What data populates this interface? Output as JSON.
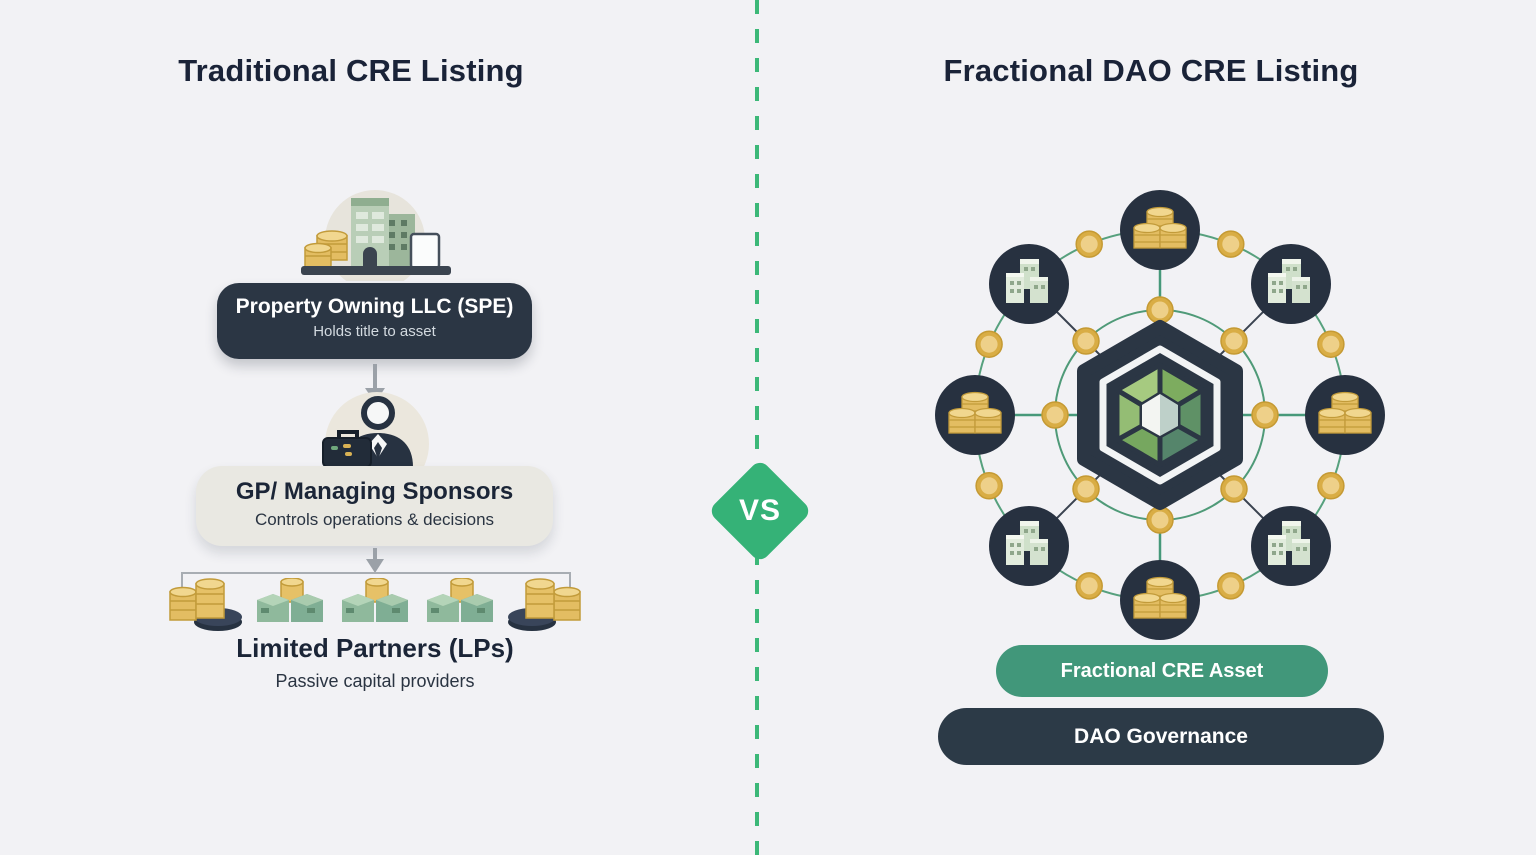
{
  "left_panel": {
    "title": "Traditional CRE Listing",
    "property_box": {
      "title": "Property Owning LLC (SPE)",
      "subtitle": "Holds title to asset"
    },
    "gp_box": {
      "title": "GP/ Managing Sponsors",
      "subtitle": "Controls operations & decisions"
    },
    "lp_group": {
      "title": "Limited Partners (LPs)",
      "subtitle": "Passive capital providers",
      "investor_icon_count": 5
    }
  },
  "divider": {
    "vs_label": "VS"
  },
  "right_panel": {
    "title": "Fractional DAO CRE Listing",
    "network": {
      "node_count": 8,
      "node_types": [
        "coin-stack",
        "buildings"
      ],
      "center": "dao-hexagon-logo"
    },
    "buttons": [
      {
        "label": "Fractional CRE Asset"
      },
      {
        "label": "DAO Governance"
      }
    ]
  },
  "colors": {
    "background": "#f2f2f5",
    "dark_navy": "#2b3644",
    "accent_green": "#35b277",
    "network_line_green": "#4f9a78",
    "button_green": "#41977a",
    "button_dark": "#2c3a47",
    "gold": "#e9c76d",
    "light_box": "#e9e8e2"
  }
}
